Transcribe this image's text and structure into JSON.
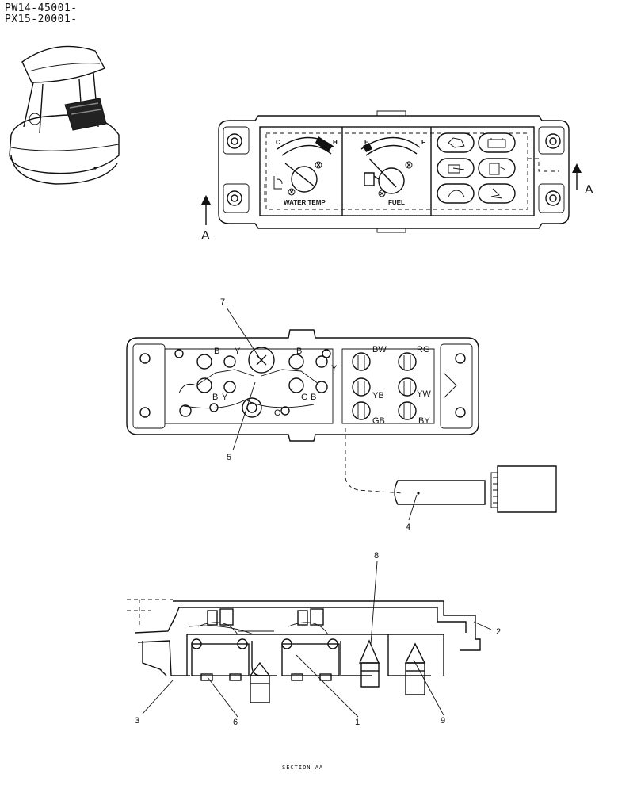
{
  "header": {
    "serials": [
      "PW14-45001-",
      "PX15-20001-"
    ]
  },
  "front_view": {
    "gauges": [
      "WATER TEMP",
      "FUEL"
    ],
    "gauge_marks": {
      "temp_low": "C",
      "temp_high": "H",
      "fuel_low": "E",
      "fuel_high": "F"
    },
    "section_marker": "A"
  },
  "callouts": [
    "1",
    "2",
    "3",
    "4",
    "5",
    "6",
    "7",
    "8",
    "9"
  ],
  "wire_labels": [
    "B",
    "Y",
    "B",
    "Y",
    "B",
    "Y",
    "G",
    "B",
    "O",
    "BW",
    "RG",
    "YB",
    "YW",
    "GB",
    "BY"
  ],
  "section_caption": "SECTION AA"
}
